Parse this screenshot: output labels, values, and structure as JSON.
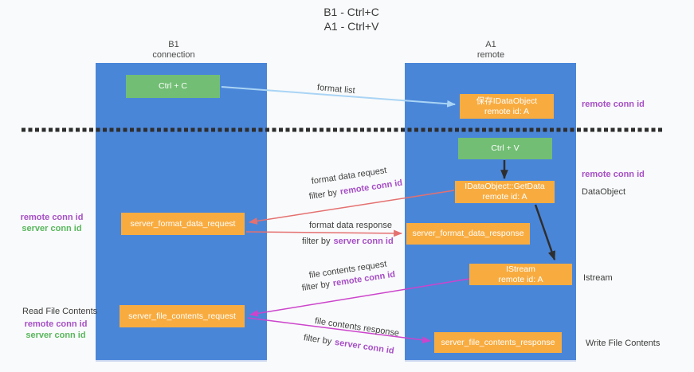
{
  "title": {
    "line1": "B1 - Ctrl+C",
    "line2": "A1 - Ctrl+V"
  },
  "columns": {
    "b1": {
      "name": "B1",
      "role": "connection"
    },
    "a1": {
      "name": "A1",
      "role": "remote"
    }
  },
  "nodes": {
    "ctrl_c": {
      "label": "Ctrl + C"
    },
    "save_dataobject": {
      "line1": "保存IDataObject",
      "line2": "remote id: A"
    },
    "ctrl_v": {
      "label": "Ctrl + V"
    },
    "getdata": {
      "line1": "IDataObject::GetData",
      "line2": "remote id: A"
    },
    "istream": {
      "line1": "IStream",
      "line2": "remote id: A"
    },
    "format_request": {
      "label": "server_format_data_request"
    },
    "format_response": {
      "label": "server_format_data_response"
    },
    "file_request": {
      "label": "server_file_contents_request"
    },
    "file_response": {
      "label": "server_file_contents_response"
    }
  },
  "flow_labels": {
    "format_list": "format list",
    "format_data_request": "format data request",
    "format_data_response": "format data response",
    "file_contents_request": "file contents request",
    "file_contents_response": "file contents response",
    "filter_by": "filter by",
    "remote_conn_id": "remote conn id",
    "server_conn_id": "server conn id"
  },
  "annotations": {
    "dataobject": "DataObject",
    "istream": "Istream",
    "read_file_contents": "Read File Contents",
    "write_file_contents": "Write File Contents"
  },
  "colors": {
    "column_blue": "#4A86D8",
    "box_orange": "#F8AC40",
    "box_green": "#72BE74",
    "conn_id_purple": "#A64FC6",
    "conn_id_green": "#58B75C",
    "arrow_red": "#E57070",
    "arrow_magenta": "#CC44CC",
    "arrow_light_blue": "#A9D4F5",
    "arrow_black": "#2E2E2E",
    "background": "#F9FAFB"
  }
}
